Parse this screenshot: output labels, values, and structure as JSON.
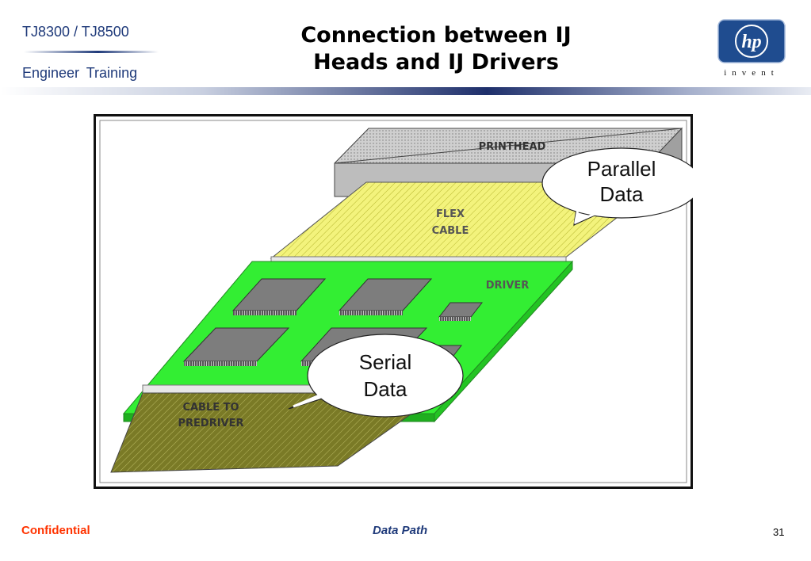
{
  "header": {
    "model": "TJ8300 / TJ8500",
    "subtitle": "Engineer Training",
    "title_line1": "Connection between IJ",
    "title_line2": "Heads and IJ Drivers",
    "logo_text": "hp",
    "logo_tagline": "invent"
  },
  "diagram": {
    "labels": {
      "printhead": "PRINTHEAD",
      "flex_line1": "FLEX",
      "flex_line2": "CABLE",
      "driver": "DRIVER",
      "cable_line1": "CABLE TO",
      "cable_line2": "PREDRIVER"
    },
    "callouts": {
      "parallel_line1": "Parallel",
      "parallel_line2": "Data",
      "serial_line1": "Serial",
      "serial_line2": "Data"
    },
    "colors": {
      "printhead": "#c8c8c8",
      "flex_cable": "#f2f27a",
      "driver_board": "#33ee33",
      "predriver_cable": "#7a7a28",
      "chip": "#7a7a7a"
    }
  },
  "footer": {
    "confidential": "Confidential",
    "section": "Data Path",
    "page": "31"
  }
}
